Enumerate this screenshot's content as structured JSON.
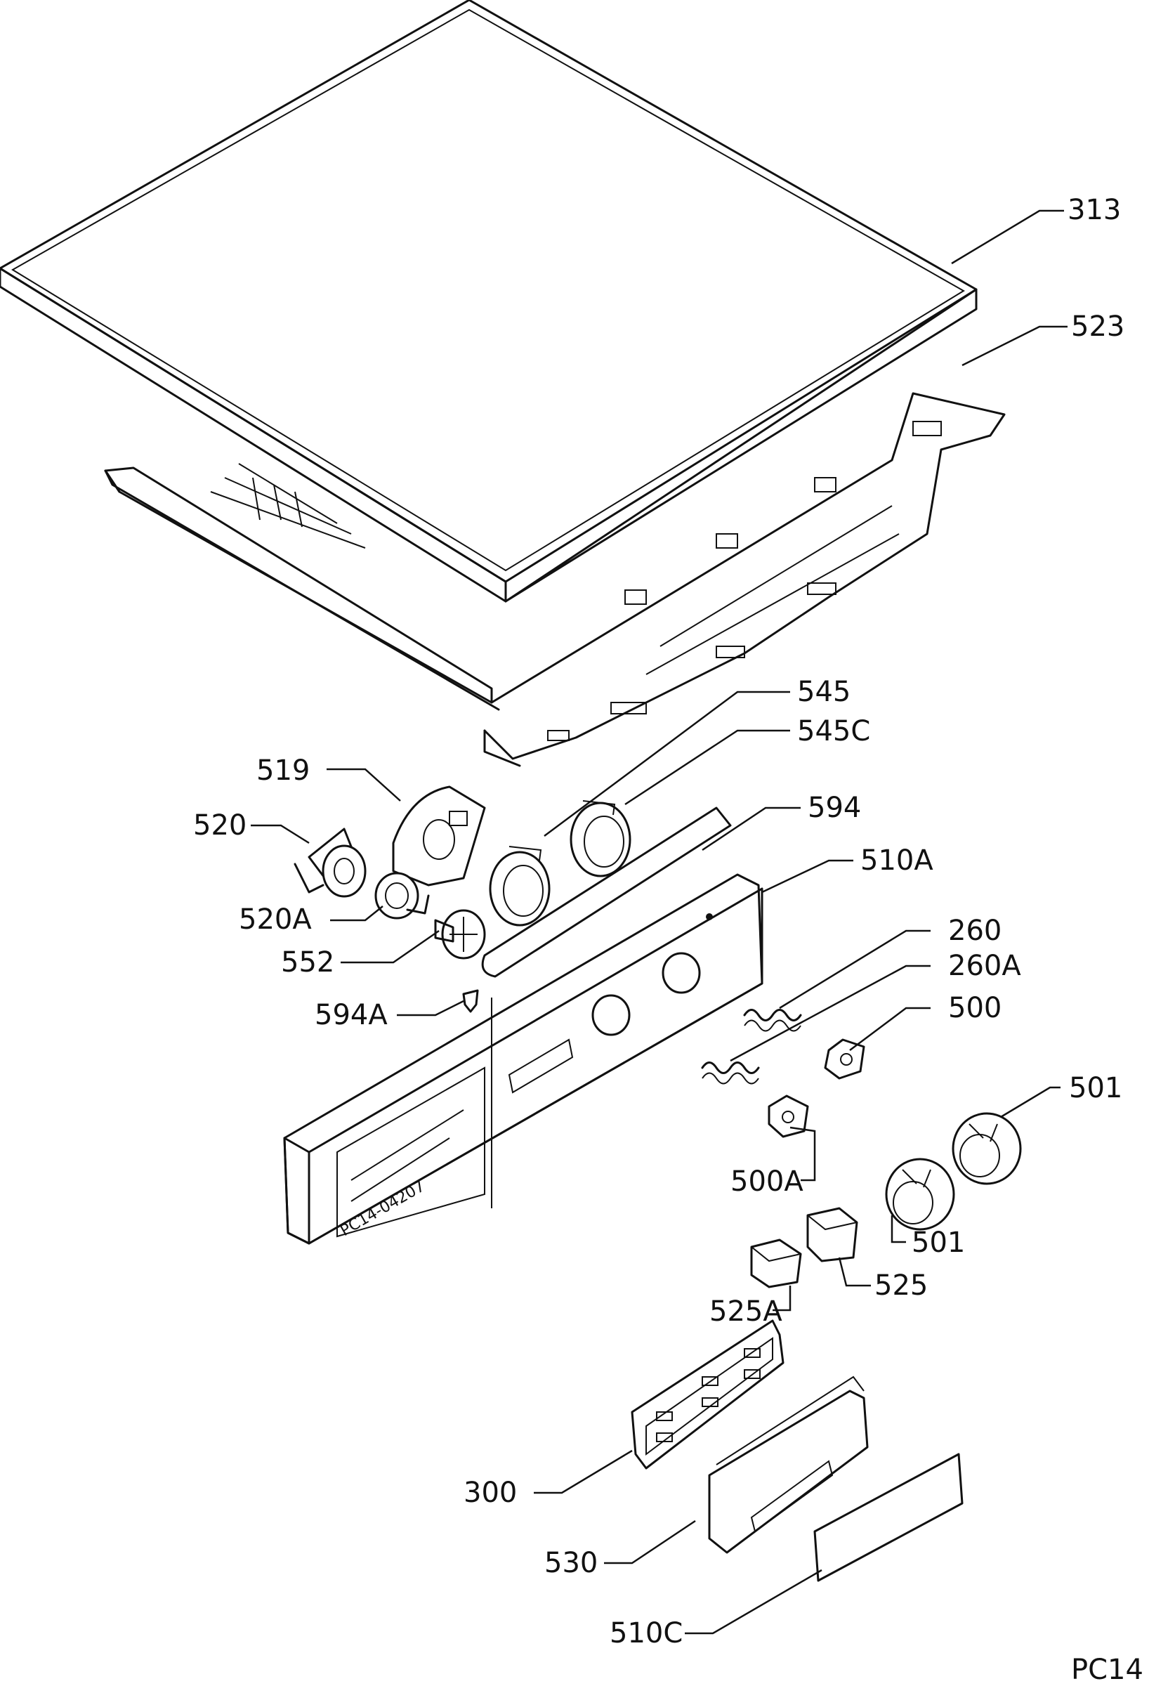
{
  "labels": {
    "p313": "313",
    "p523": "523",
    "p545": "545",
    "p545c": "545C",
    "p519": "519",
    "p520": "520",
    "p594": "594",
    "p510a": "510A",
    "p520a": "520A",
    "p552": "552",
    "p260": "260",
    "p260a": "260A",
    "p594a": "594A",
    "p500": "500",
    "p501_right": "501",
    "p500a": "500A",
    "p501_lower": "501",
    "p525": "525",
    "p525a": "525A",
    "p300": "300",
    "p530": "530",
    "p510c": "510C"
  },
  "panel_stamp": "PC14-04207",
  "page_code": "PC14",
  "colors": {
    "line": "#111111",
    "background": "#ffffff"
  }
}
